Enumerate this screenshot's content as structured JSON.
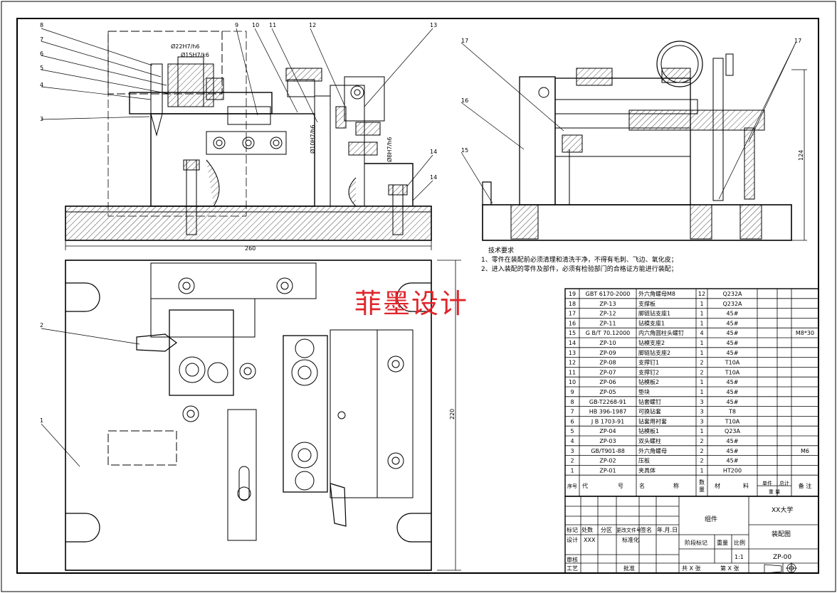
{
  "watermark": "菲墨设计",
  "balloons": [
    "1",
    "2",
    "3",
    "4",
    "5",
    "6",
    "7",
    "8",
    "9",
    "10",
    "11",
    "12",
    "13",
    "14",
    "14",
    "15",
    "16",
    "17",
    "17"
  ],
  "dimensions": {
    "d_22": "Ø22H7/h6",
    "d_15": "Ø15H7/k6",
    "d_10": "Ø10H7/h6",
    "d_8": "Ø8H7/h6",
    "width_260": "260",
    "height_124": "124",
    "height_220": "220"
  },
  "tech_requirements": {
    "title": "技术要求",
    "items": [
      "1、零件在装配前必须清理和清洗干净，不得有毛刺、飞边、氧化皮；",
      "2、进入装配的零件及部件，必须有检验部门的合格证方能进行装配；"
    ]
  },
  "bom": {
    "rows": [
      {
        "no": "19",
        "code": "GBT 6170-2000",
        "name": "外六角螺母M8",
        "qty": "12",
        "mat": "Q232A",
        "note": ""
      },
      {
        "no": "18",
        "code": "ZP-13",
        "name": "支撑板",
        "qty": "1",
        "mat": "Q232A",
        "note": ""
      },
      {
        "no": "17",
        "code": "ZP-12",
        "name": "脚链钻支座1",
        "qty": "1",
        "mat": "45#",
        "note": ""
      },
      {
        "no": "16",
        "code": "ZP-11",
        "name": "钻模支座1",
        "qty": "1",
        "mat": "45#",
        "note": ""
      },
      {
        "no": "15",
        "code": "G B/T 70.12000",
        "name": "内六角圆柱头螺钉",
        "qty": "4",
        "mat": "45#",
        "note": "M8*30"
      },
      {
        "no": "14",
        "code": "ZP-10",
        "name": "钻模支座2",
        "qty": "1",
        "mat": "45#",
        "note": ""
      },
      {
        "no": "13",
        "code": "ZP-09",
        "name": "脚链钻支座2",
        "qty": "1",
        "mat": "45#",
        "note": ""
      },
      {
        "no": "12",
        "code": "ZP-08",
        "name": "支撑钉1",
        "qty": "2",
        "mat": "T10A",
        "note": ""
      },
      {
        "no": "11",
        "code": "ZP-07",
        "name": "支撑钉2",
        "qty": "2",
        "mat": "T10A",
        "note": ""
      },
      {
        "no": "10",
        "code": "ZP-06",
        "name": "钻模板2",
        "qty": "1",
        "mat": "45#",
        "note": ""
      },
      {
        "no": "9",
        "code": "ZP-05",
        "name": "垫块",
        "qty": "1",
        "mat": "45#",
        "note": ""
      },
      {
        "no": "8",
        "code": "GB-T2268-91",
        "name": "钻套螺钉",
        "qty": "3",
        "mat": "45#",
        "note": ""
      },
      {
        "no": "7",
        "code": "HB 396-1987",
        "name": "可换钻套",
        "qty": "3",
        "mat": "T8",
        "note": ""
      },
      {
        "no": "6",
        "code": "J B 1703-91",
        "name": "钻套用衬套",
        "qty": "3",
        "mat": "T10A",
        "note": ""
      },
      {
        "no": "5",
        "code": "ZP-04",
        "name": "钻模板1",
        "qty": "1",
        "mat": "Q23A",
        "note": ""
      },
      {
        "no": "4",
        "code": "ZP-03",
        "name": "双头螺柱",
        "qty": "2",
        "mat": "45#",
        "note": ""
      },
      {
        "no": "3",
        "code": "GB/T901-88",
        "name": "外六角螺母",
        "qty": "2",
        "mat": "45#",
        "note": "M6"
      },
      {
        "no": "2",
        "code": "ZP-02",
        "name": "压板",
        "qty": "2",
        "mat": "45#",
        "note": ""
      },
      {
        "no": "1",
        "code": "ZP-01",
        "name": "夹具体",
        "qty": "1",
        "mat": "HT200",
        "note": ""
      }
    ],
    "header": {
      "no": "序号",
      "code1": "代",
      "code2": "号",
      "name1": "名",
      "name2": "称",
      "qty1": "数",
      "qty2": "量",
      "mat1": "材",
      "mat2": "料",
      "unit1": "单件",
      "total1": "总计",
      "weight": "重 量",
      "note": "备 注"
    }
  },
  "title_block": {
    "marks": [
      "标记",
      "处数",
      "分区",
      "更改文件号",
      "签名",
      "年.月.日"
    ],
    "design": "设计",
    "designer": "XXX",
    "standard": "标准化",
    "review": "审核",
    "process": "工艺",
    "approve": "批准",
    "assembly": "组件",
    "stage": "阶段标记",
    "weight": "重量",
    "scale_label": "比例",
    "scale": "1:1",
    "sheets": "共 X 张",
    "sheet_no": "第 X 张",
    "school": "XX大学",
    "drawing_name": "装配图",
    "drawing_no": "ZP-00"
  }
}
